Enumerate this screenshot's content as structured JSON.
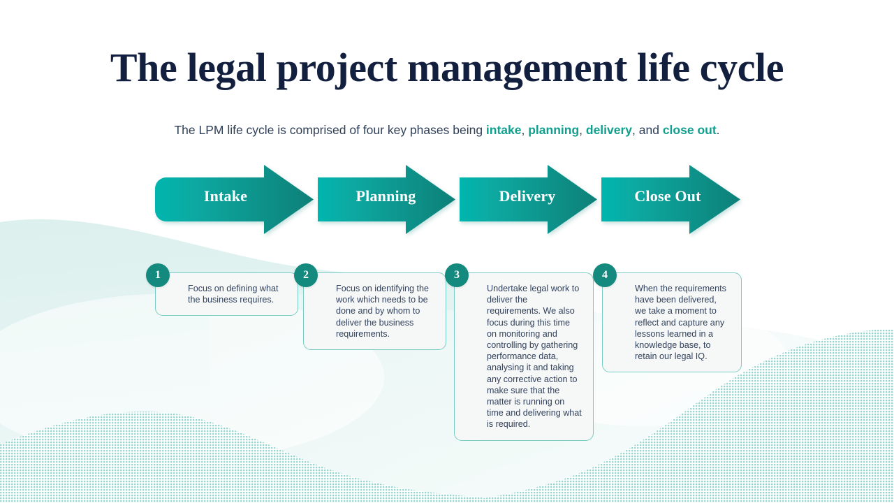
{
  "slide": {
    "title": "The legal project management life cycle",
    "subtitle": {
      "part1": "The LPM life cycle is comprised of four key phases being ",
      "hl1": "intake",
      "sep1": ", ",
      "hl2": "planning",
      "sep2": ", ",
      "hl3": "delivery",
      "sep3": ", and ",
      "hl4": "close out",
      "end": "."
    }
  },
  "phases": [
    {
      "label": "Intake",
      "number": "1"
    },
    {
      "label": "Planning",
      "number": "2"
    },
    {
      "label": "Delivery",
      "number": "3"
    },
    {
      "label": "Close Out",
      "number": "4"
    }
  ],
  "cards": [
    {
      "number": "1",
      "text": "Focus on defining what the business requires."
    },
    {
      "number": "2",
      "text": "Focus on identifying the work which needs to be done and by whom to deliver the business requirements."
    },
    {
      "number": "3",
      "text": "Undertake legal work to deliver the requirements. We also focus during this time on monitoring and controlling by gathering performance data, analysing it and taking any corrective action to make sure that the matter is running on time and delivering what is required."
    },
    {
      "number": "4",
      "text": "When the requirements have been delivered, we take a moment to reflect and capture any lessons learned in a knowledge base, to retain our legal IQ."
    }
  ],
  "colors": {
    "title": "#121f3e",
    "body_text": "#32425c",
    "accent_teal": "#12a08e",
    "arrow_start": "#06b6ae",
    "arrow_end": "#0a8078",
    "badge": "#14897e",
    "card_border": "#79ccc3",
    "card_fill": "#f6f7f7",
    "background": "#ffffff",
    "wave": "#a8dcd6"
  }
}
